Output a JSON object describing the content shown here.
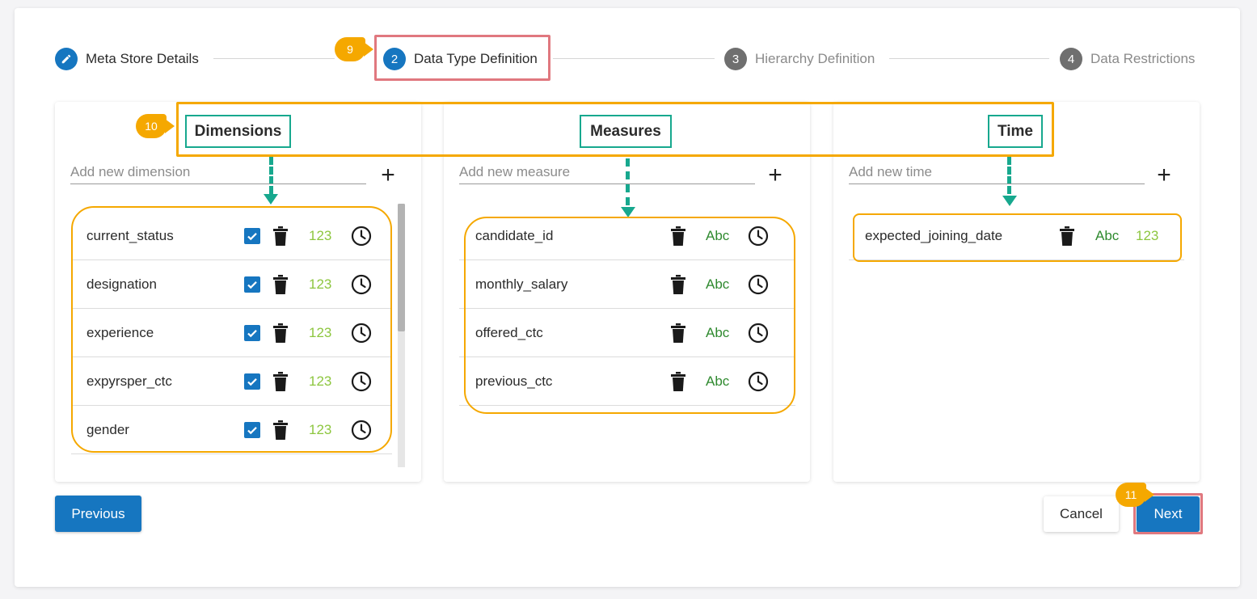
{
  "stepper": {
    "steps": [
      {
        "number": "",
        "label": "Meta Store Details",
        "state": "done",
        "icon": "pencil-icon"
      },
      {
        "number": "2",
        "label": "Data Type Definition",
        "state": "active"
      },
      {
        "number": "3",
        "label": "Hierarchy Definition",
        "state": "pending"
      },
      {
        "number": "4",
        "label": "Data Restrictions",
        "state": "pending"
      }
    ]
  },
  "callouts": {
    "step_badge": "9",
    "headers_badge": "10",
    "next_badge": "11"
  },
  "panels": {
    "dimensions": {
      "title": "Dimensions",
      "placeholder": "Add new dimension",
      "rows": [
        {
          "label": "current_status",
          "checked": true,
          "type_label": "123"
        },
        {
          "label": "designation",
          "checked": true,
          "type_label": "123"
        },
        {
          "label": "experience",
          "checked": true,
          "type_label": "123"
        },
        {
          "label": "expyrsper_ctc",
          "checked": true,
          "type_label": "123"
        },
        {
          "label": "gender",
          "checked": true,
          "type_label": "123"
        }
      ]
    },
    "measures": {
      "title": "Measures",
      "placeholder": "Add new measure",
      "rows": [
        {
          "label": "candidate_id",
          "type_label": "Abc"
        },
        {
          "label": "monthly_salary",
          "type_label": "Abc"
        },
        {
          "label": "offered_ctc",
          "type_label": "Abc"
        },
        {
          "label": "previous_ctc",
          "type_label": "Abc"
        }
      ]
    },
    "time": {
      "title": "Time",
      "placeholder": "Add new time",
      "rows": [
        {
          "label": "expected_joining_date",
          "type_label_1": "Abc",
          "type_label_2": "123"
        }
      ]
    }
  },
  "footer": {
    "previous_label": "Previous",
    "cancel_label": "Cancel",
    "next_label": "Next"
  },
  "colors": {
    "primary": "#1676c0",
    "highlight_orange": "#f5a800",
    "highlight_red": "#e0787f",
    "highlight_teal": "#17a88e",
    "numeric_type": "#8dc63f",
    "string_type": "#2f8a2f"
  }
}
